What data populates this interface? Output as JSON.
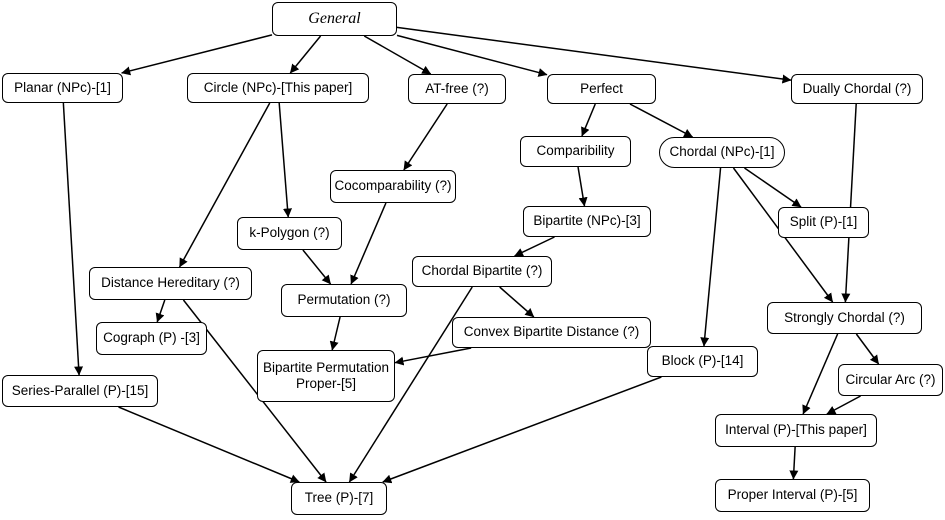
{
  "nodes": {
    "general": "General",
    "planar": "Planar (NPc)-[1]",
    "circle": "Circle (NPc)-[This paper]",
    "atfree": "AT-free (?)",
    "perfect": "Perfect",
    "dually_chordal": "Dually Chordal (?)",
    "comparability": "Comparibility",
    "chordal": "Chordal (NPc)-[1]",
    "cocomparability": "Cocomparability (?)",
    "kpolygon": "k-Polygon (?)",
    "bipartite": "Bipartite (NPc)-[3]",
    "split": "Split (P)-[1]",
    "distance_hereditary": "Distance Hereditary (?)",
    "chordal_bipartite": "Chordal Bipartite (?)",
    "permutation": "Permutation (?)",
    "strongly_chordal": "Strongly Chordal (?)",
    "cograph": "Cograph (P) -[3]",
    "convex_bipartite": "Convex Bipartite Distance (?)",
    "bipartite_permutation": "Bipartite Permutation\nProper-[5]",
    "block": "Block (P)-[14]",
    "circular_arc": "Circular Arc (?)",
    "series_parallel": "Series-Parallel (P)-[15]",
    "interval": "Interval (P)-[This paper]",
    "tree": "Tree (P)-[7]",
    "proper_interval": "Proper Interval (P)-[5]"
  },
  "edges": [
    [
      "general",
      "planar"
    ],
    [
      "general",
      "circle"
    ],
    [
      "general",
      "atfree"
    ],
    [
      "general",
      "perfect"
    ],
    [
      "general",
      "dually_chordal"
    ],
    [
      "planar",
      "series_parallel"
    ],
    [
      "circle",
      "distance_hereditary"
    ],
    [
      "circle",
      "kpolygon"
    ],
    [
      "atfree",
      "cocomparability"
    ],
    [
      "perfect",
      "comparability"
    ],
    [
      "perfect",
      "chordal"
    ],
    [
      "dually_chordal",
      "strongly_chordal"
    ],
    [
      "comparability",
      "bipartite"
    ],
    [
      "chordal",
      "split"
    ],
    [
      "chordal",
      "block"
    ],
    [
      "chordal",
      "strongly_chordal"
    ],
    [
      "cocomparability",
      "permutation"
    ],
    [
      "kpolygon",
      "permutation"
    ],
    [
      "bipartite",
      "chordal_bipartite"
    ],
    [
      "distance_hereditary",
      "cograph"
    ],
    [
      "distance_hereditary",
      "tree"
    ],
    [
      "chordal_bipartite",
      "convex_bipartite"
    ],
    [
      "chordal_bipartite",
      "tree"
    ],
    [
      "permutation",
      "bipartite_permutation"
    ],
    [
      "convex_bipartite",
      "bipartite_permutation"
    ],
    [
      "strongly_chordal",
      "circular_arc"
    ],
    [
      "strongly_chordal",
      "interval"
    ],
    [
      "circular_arc",
      "interval"
    ],
    [
      "series_parallel",
      "tree"
    ],
    [
      "block",
      "tree"
    ],
    [
      "interval",
      "proper_interval"
    ]
  ]
}
